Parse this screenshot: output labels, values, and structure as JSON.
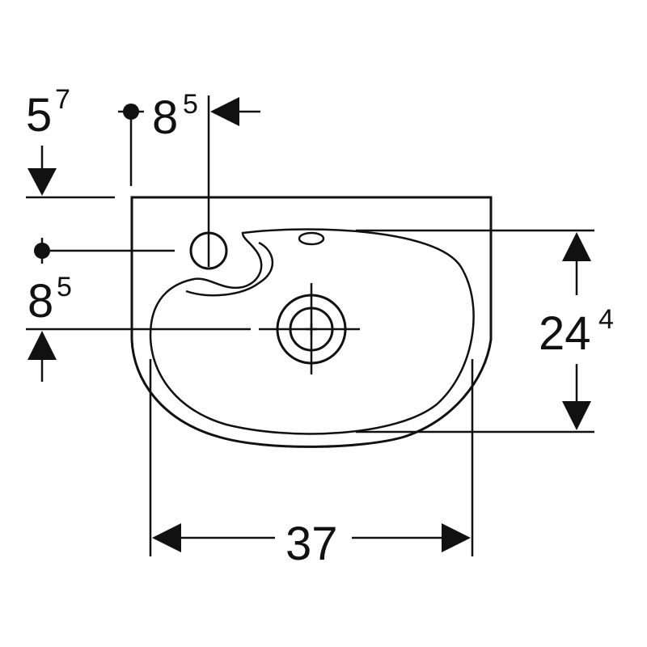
{
  "dimensions": {
    "top_offset": {
      "base": "5",
      "sup": "7"
    },
    "tap_hole_horizontal": {
      "base": "8",
      "sup": "5"
    },
    "tap_hole_vertical": {
      "base": "8",
      "sup": "5"
    },
    "depth": {
      "base": "24",
      "sup": "4"
    },
    "width": {
      "base": "37"
    }
  },
  "colors": {
    "line": "#111111",
    "background": "#ffffff"
  }
}
